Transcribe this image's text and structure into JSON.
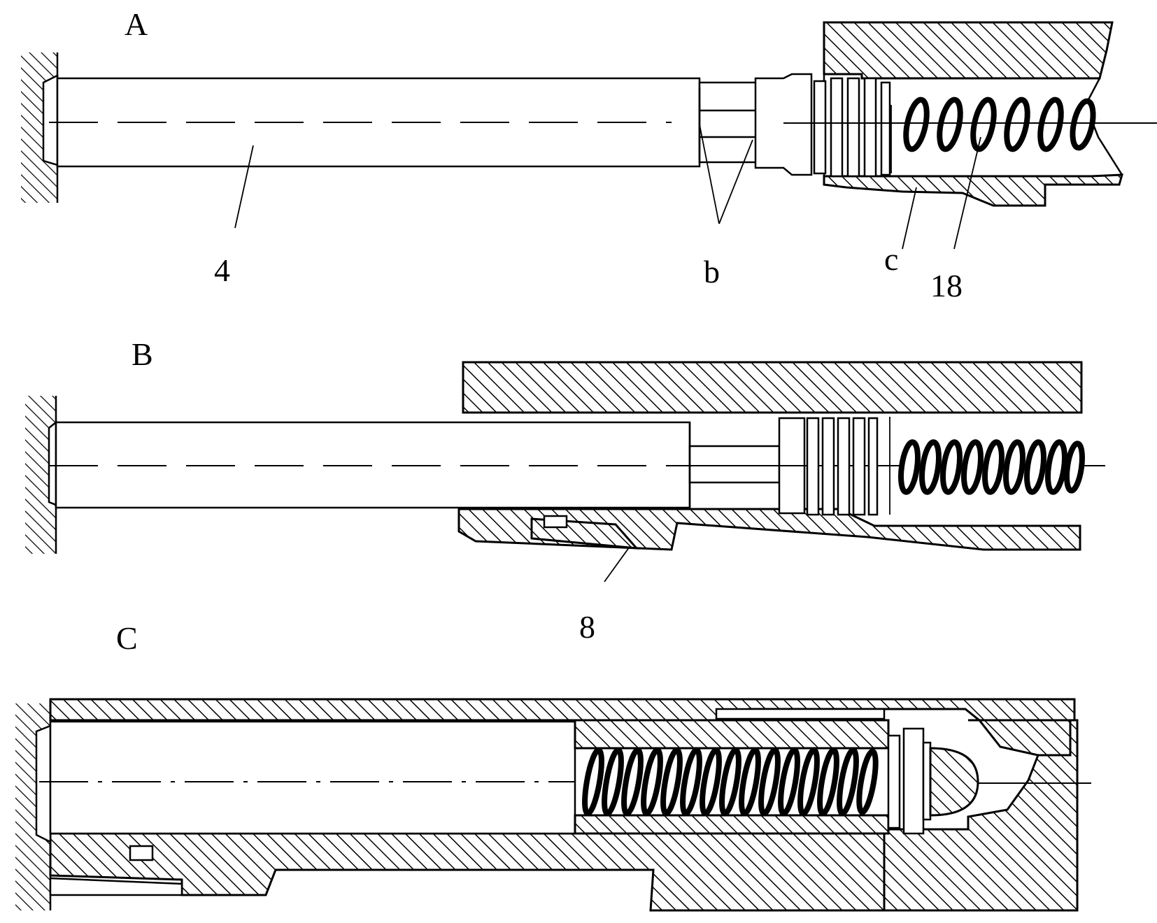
{
  "views": {
    "a": {
      "label": "A"
    },
    "b": {
      "label": "B"
    },
    "c": {
      "label": "C"
    }
  },
  "callouts": {
    "part_4": "4",
    "part_b": "b",
    "part_c": "c",
    "part_18": "18",
    "part_8": "8"
  }
}
